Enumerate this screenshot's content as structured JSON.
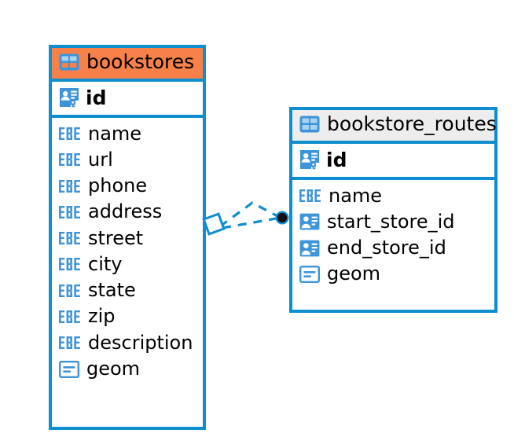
{
  "diagram": {
    "type": "entity-relationship-diagram",
    "background_color": "#ffffff",
    "accent_color": "#0d8ecf",
    "header_accent_color": "#f8814a",
    "header_neutral_color": "#ededed"
  },
  "entities": [
    {
      "name": "bookstores",
      "header_style": "accent",
      "table_icon": "table-icon",
      "primary_key": {
        "label": "id",
        "icon": "primary-key-icon"
      },
      "fields": [
        {
          "label": "name",
          "icon": "text-type-icon"
        },
        {
          "label": "url",
          "icon": "text-type-icon"
        },
        {
          "label": "phone",
          "icon": "text-type-icon"
        },
        {
          "label": "address",
          "icon": "text-type-icon"
        },
        {
          "label": "street",
          "icon": "text-type-icon"
        },
        {
          "label": "city",
          "icon": "text-type-icon"
        },
        {
          "label": "state",
          "icon": "text-type-icon"
        },
        {
          "label": "zip",
          "icon": "text-type-icon"
        },
        {
          "label": "description",
          "icon": "text-type-icon"
        },
        {
          "label": "geom",
          "icon": "geometry-type-icon"
        }
      ]
    },
    {
      "name": "bookstore_routes",
      "header_style": "neutral",
      "table_icon": "table-icon",
      "primary_key": {
        "label": "id",
        "icon": "primary-key-icon"
      },
      "fields": [
        {
          "label": "name",
          "icon": "text-type-icon"
        },
        {
          "label": "start_store_id",
          "icon": "foreign-key-icon"
        },
        {
          "label": "end_store_id",
          "icon": "foreign-key-icon"
        },
        {
          "label": "geom",
          "icon": "geometry-type-icon"
        }
      ]
    }
  ],
  "relationship": {
    "style": "dashed",
    "color": "#0d8ecf",
    "source_marker": "diamond-marker",
    "target_marker": "filled-circle-marker",
    "cardinality": "one-to-many"
  }
}
